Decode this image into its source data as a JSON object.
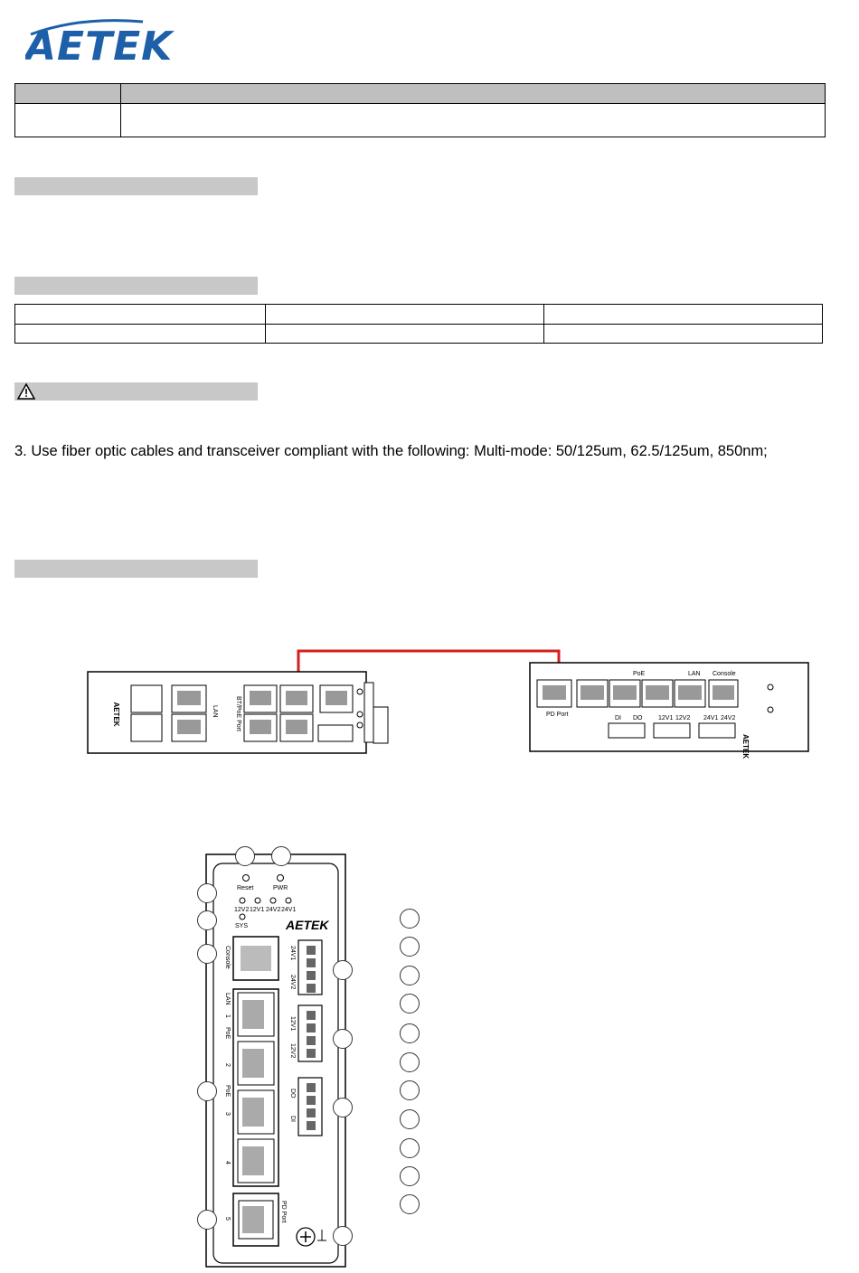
{
  "brand": {
    "logo_text": "AETEK",
    "logo_color": "#1d5fa8"
  },
  "note": {
    "line3": "3. Use fiber optic cables and transceiver compliant with the following: Multi-mode: 50/125um, 62.5/125um, 850nm;"
  },
  "cable_color": "#d42020",
  "device_top_left": {
    "lan_label": "LAN",
    "poe_label": "BT/PoE Port",
    "brand": "AETEK"
  },
  "device_top_right": {
    "lan_label": "LAN",
    "poe_label": "PoE",
    "console_label": "Console",
    "pd_label": "PD Port",
    "io_labels": [
      "DI",
      "DO",
      "12V1",
      "12V2",
      "24V1",
      "24V2"
    ],
    "brand": "AETEK"
  },
  "device_front": {
    "reset_label": "Reset",
    "pwr_label": "PWR",
    "led_labels": [
      "12V2",
      "12V1",
      "24V2",
      "24V1"
    ],
    "sys_label": "SYS",
    "brand": "AETEK",
    "console_label": "Console",
    "lan_label": "LAN",
    "poe_label": "PoE",
    "port_numbers": [
      "1",
      "2",
      "3",
      "4",
      "5"
    ],
    "pd_label": "PD Port",
    "terminal_labels": [
      "24V1",
      "24V2",
      "12V1",
      "12V2",
      "DO",
      "DI"
    ]
  }
}
